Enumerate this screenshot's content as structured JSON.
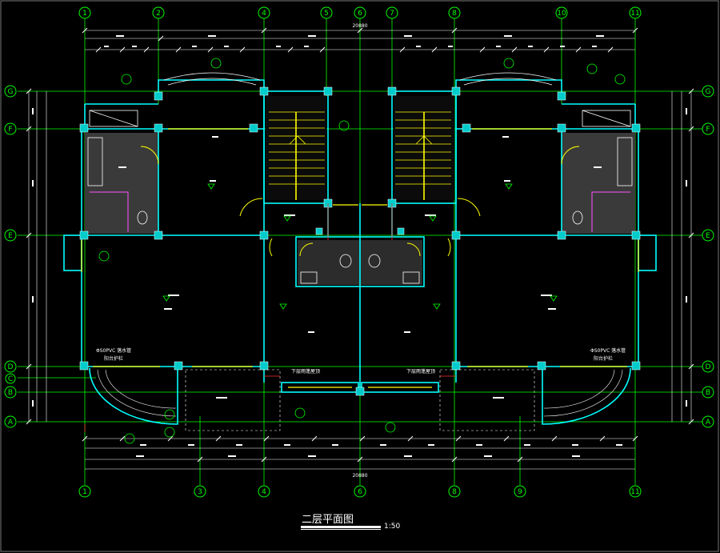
{
  "drawing": {
    "title": "二层平面图",
    "scale": "1:50",
    "grid_columns_top": [
      "1",
      "2",
      "4",
      "5",
      "6",
      "7",
      "8",
      "10",
      "11"
    ],
    "grid_columns_bottom": [
      "1",
      "3",
      "4",
      "6",
      "8",
      "9",
      "11"
    ],
    "grid_rows_left": [
      "G",
      "F",
      "E",
      "D",
      "C",
      "B",
      "A"
    ],
    "grid_rows_right": [
      "G",
      "F",
      "E",
      "D",
      "B",
      "A"
    ],
    "overall_dimension": "20880",
    "notes": {
      "rain_pipe_left": "ΦS0PVC 落水管",
      "rain_pipe_right": "ΦS0PVC 落水管",
      "balcony_left": "阳台护栏",
      "balcony_right": "阳台护栏",
      "canopy_left": "下层雨蓬屋顶",
      "canopy_right": "下层雨蓬屋顶"
    },
    "colors": {
      "background": "#000000",
      "grid": "#00ff00",
      "walls": "#00ffff",
      "dimensions": "#ffffff",
      "accent": "#ffff00",
      "axis": "#ff3333",
      "text": "#ffffff"
    }
  }
}
